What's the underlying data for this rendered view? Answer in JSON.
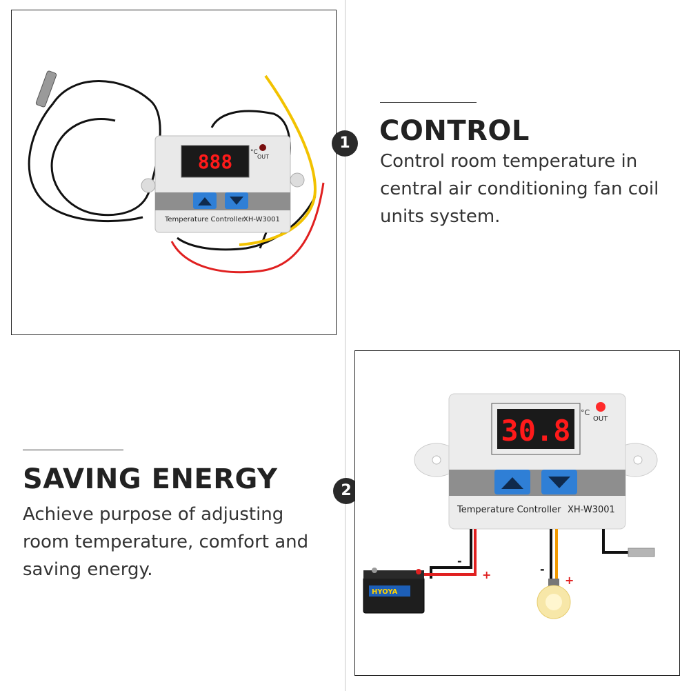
{
  "sections": [
    {
      "step": "1",
      "title": "CONTROL",
      "body": "Control room temperature in central air conditioning fan coil units system."
    },
    {
      "step": "2",
      "title": "SAVING ENERGY",
      "body": "Achieve purpose of adjusting room temperature, comfort and saving energy."
    }
  ],
  "device": {
    "label": "Temperature Controller",
    "model": "XH-W3001",
    "unit": "°C",
    "out_label": "OUT",
    "display_photo1": "888",
    "display_photo2": "30.8"
  },
  "wiring": {
    "minus": "-",
    "plus": "+",
    "battery_brand": "HYOYA"
  },
  "colors": {
    "accent_dark": "#2a2a2a",
    "display_red": "#ff1a1a",
    "button_blue": "#2f7fd6",
    "wire_red": "#e02020",
    "wire_yellow": "#f2c200"
  }
}
